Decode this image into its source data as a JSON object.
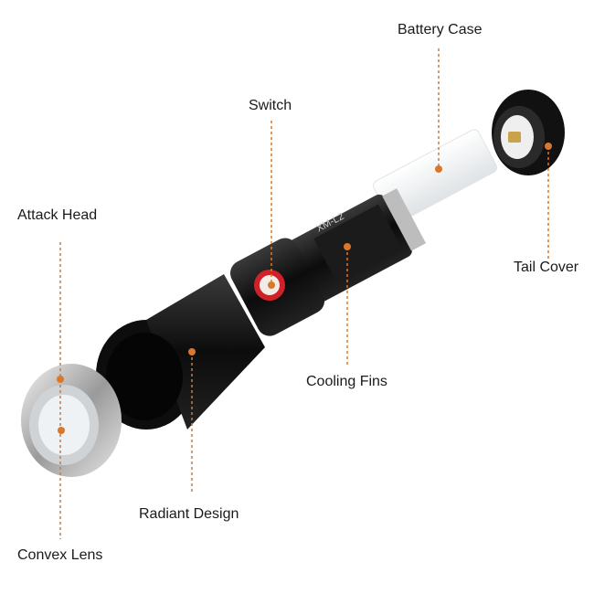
{
  "labels": {
    "battery_case": "Battery Case",
    "switch": "Switch",
    "attack_head": "Attack Head",
    "tail_cover": "Tail Cover",
    "cooling_fins": "Cooling Fins",
    "radiant_design": "Radiant Design",
    "convex_lens": "Convex Lens"
  },
  "model_text": "XM-L2",
  "colors": {
    "callout": "#d9782d",
    "body": "#111111",
    "switch_ring": "#d0202a"
  }
}
